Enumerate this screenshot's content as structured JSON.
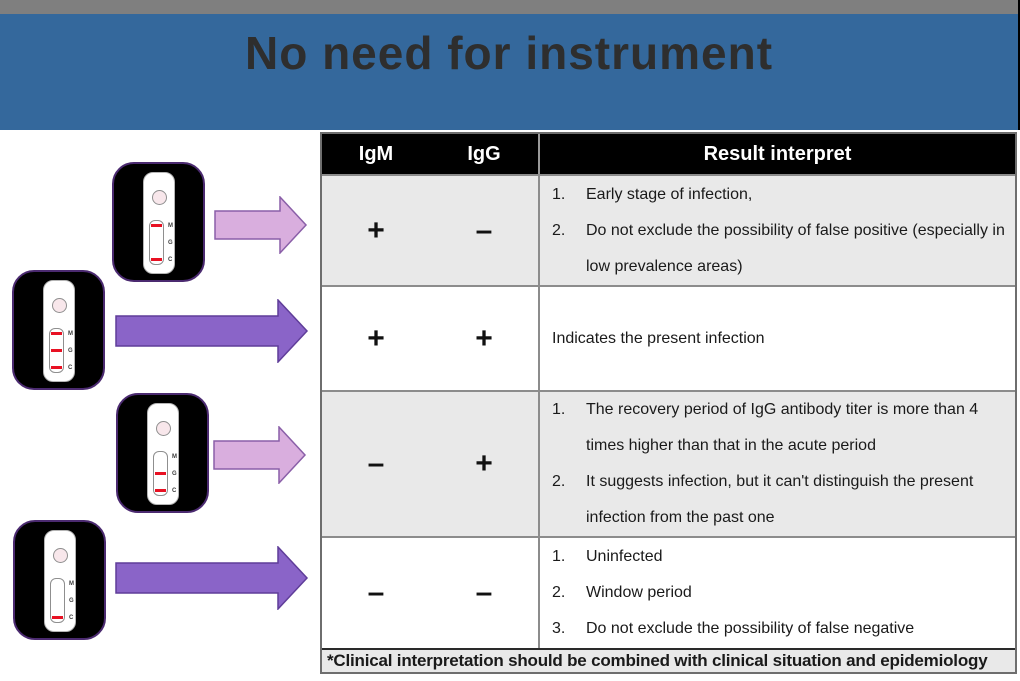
{
  "slide": {
    "title": "No need for instrument",
    "colors": {
      "top_bar": "#7f7f7f",
      "band": "#34689c",
      "title_text": "#2e2e2e",
      "row_alt": "#e9e9e9",
      "test_line_red": "#e81123",
      "arrow_light_fill": "#d9aede",
      "arrow_light_outline": "#8a5fa8",
      "arrow_dark_fill": "#8a64c8",
      "arrow_dark_outline": "#5f3d99"
    }
  },
  "diagram": {
    "window_labels": [
      "M",
      "G",
      "C"
    ],
    "cassettes": [
      {
        "result": "IgM positive, IgG negative",
        "lines": [
          "M",
          "C"
        ],
        "arrow": "light"
      },
      {
        "result": "IgM positive, IgG positive",
        "lines": [
          "M",
          "G",
          "C"
        ],
        "arrow": "dark"
      },
      {
        "result": "IgM negative, IgG positive",
        "lines": [
          "G",
          "C"
        ],
        "arrow": "light"
      },
      {
        "result": "IgM negative, IgG negative",
        "lines": [
          "C"
        ],
        "arrow": "dark"
      }
    ]
  },
  "table": {
    "headers": {
      "igm": "IgM",
      "igg": "IgG",
      "interpret": "Result interpret"
    },
    "rows": [
      {
        "igm": "+",
        "igg": "–",
        "items": [
          {
            "n": "1.",
            "t": "Early stage of infection,"
          },
          {
            "n": "2.",
            "t": "Do not exclude the possibility of false positive (especially in low prevalence areas)"
          }
        ]
      },
      {
        "igm": "+",
        "igg": "+",
        "items": [
          {
            "n": "",
            "t": "Indicates the present infection"
          }
        ]
      },
      {
        "igm": "–",
        "igg": "+",
        "items": [
          {
            "n": "1.",
            "t": "The recovery period of IgG antibody titer is more than 4 times higher than that in the acute period"
          },
          {
            "n": "2.",
            "t": "It suggests infection, but it can't distinguish the present infection from the past one"
          }
        ]
      },
      {
        "igm": "–",
        "igg": "–",
        "items": [
          {
            "n": "1.",
            "t": "Uninfected"
          },
          {
            "n": "2.",
            "t": "Window period"
          },
          {
            "n": "3.",
            "t": "Do not exclude the possibility of false negative"
          }
        ]
      }
    ],
    "footnote": "*Clinical interpretation should be combined with clinical situation and epidemiology"
  }
}
